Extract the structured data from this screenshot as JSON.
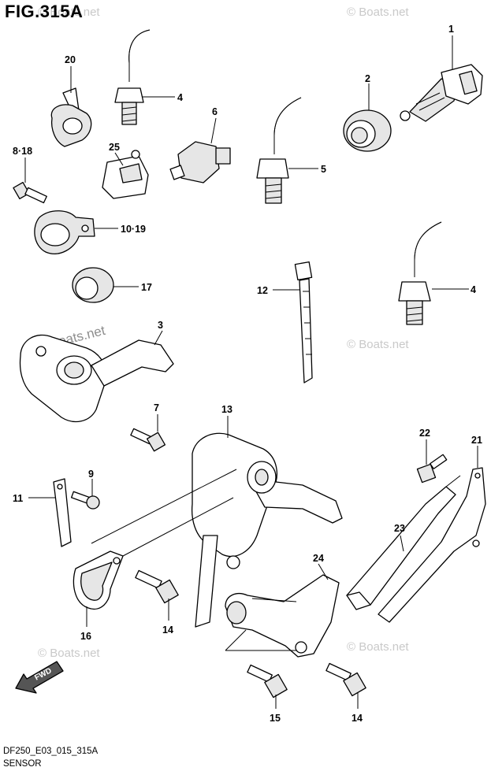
{
  "figure": {
    "title": "FIG.315A",
    "code": "DF250_E03_015_315A",
    "caption": "SENSOR",
    "direction_arrow": "FWD"
  },
  "watermark": {
    "text_symbol": "© Boats.net"
  },
  "callouts": [
    {
      "id": "c1",
      "label": "1"
    },
    {
      "id": "c2",
      "label": "2"
    },
    {
      "id": "c3",
      "label": "3"
    },
    {
      "id": "c4a",
      "label": "4"
    },
    {
      "id": "c4b",
      "label": "4"
    },
    {
      "id": "c5",
      "label": "5"
    },
    {
      "id": "c6",
      "label": "6"
    },
    {
      "id": "c7",
      "label": "7"
    },
    {
      "id": "c818",
      "label": "8·18"
    },
    {
      "id": "c9",
      "label": "9"
    },
    {
      "id": "c1019",
      "label": "10·19"
    },
    {
      "id": "c11",
      "label": "11"
    },
    {
      "id": "c12",
      "label": "12"
    },
    {
      "id": "c13",
      "label": "13"
    },
    {
      "id": "c14a",
      "label": "14"
    },
    {
      "id": "c14b",
      "label": "14"
    },
    {
      "id": "c15",
      "label": "15"
    },
    {
      "id": "c16",
      "label": "16"
    },
    {
      "id": "c17",
      "label": "17"
    },
    {
      "id": "c20",
      "label": "20"
    },
    {
      "id": "c21",
      "label": "21"
    },
    {
      "id": "c22",
      "label": "22"
    },
    {
      "id": "c23",
      "label": "23"
    },
    {
      "id": "c24",
      "label": "24"
    },
    {
      "id": "c25",
      "label": "25"
    }
  ]
}
